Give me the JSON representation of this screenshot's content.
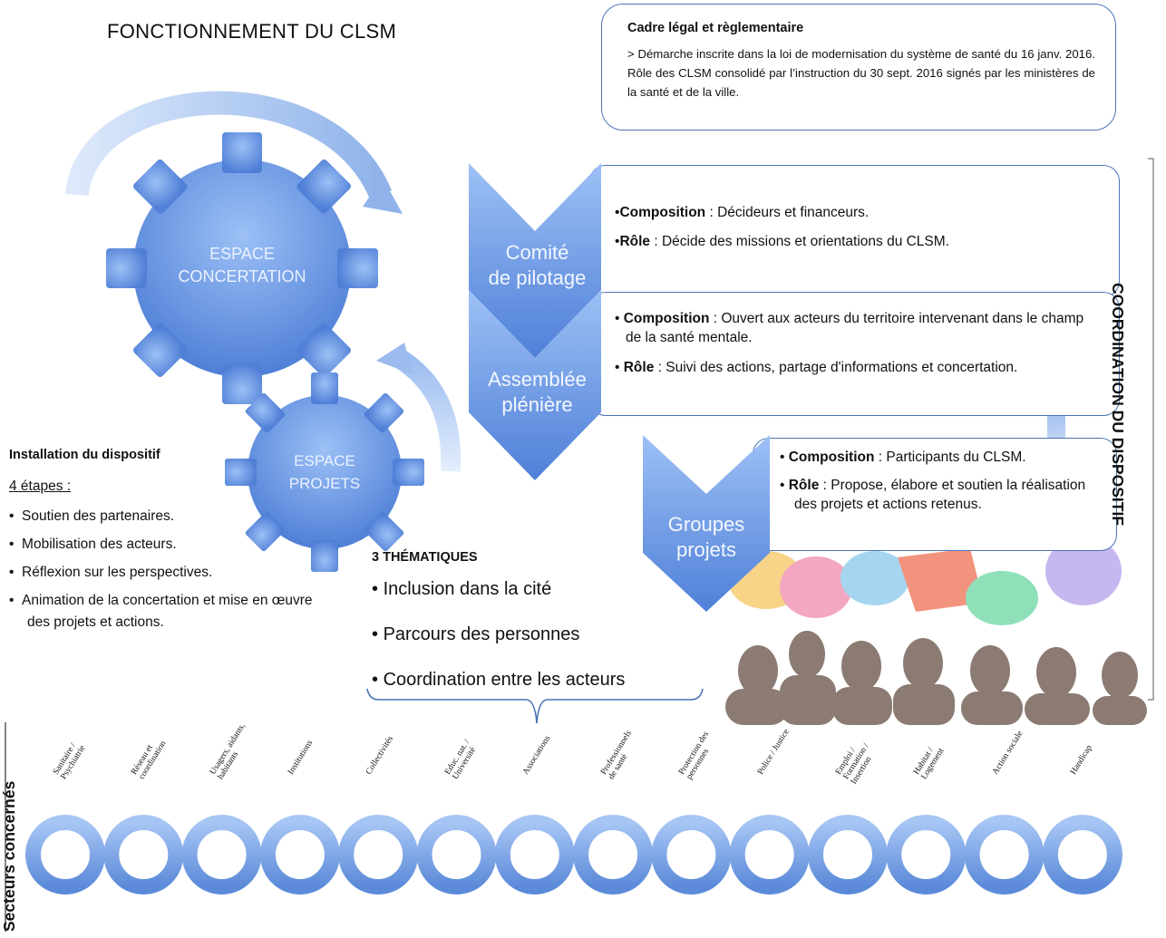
{
  "title": "FONCTIONNEMENT DU CLSM",
  "legal": {
    "title": "Cadre légal et règlementaire",
    "text": "> Démarche inscrite dans la loi de modernisation du système de santé du 16 janv. 2016. Rôle des CLSM consolidé par l’instruction du 30 sept. 2016 signés par les ministères de la santé et de la ville."
  },
  "gears": {
    "big_line1": "ESPACE",
    "big_line2": "CONCERTATION",
    "small_line1": "ESPACE",
    "small_line2": "PROJETS"
  },
  "installation": {
    "title": "Installation du dispositif",
    "subtitle": "4 étapes :",
    "items": [
      "Soutien des partenaires.",
      "Mobilisation des acteurs.",
      "Réflexion sur les perspectives.",
      "Animation de la concertation et mise en œuvre des projets et actions."
    ]
  },
  "themes": {
    "title": "3 THÉMATIQUES",
    "items": [
      "Inclusion dans la cité",
      "Parcours des personnes",
      "Coordination entre les acteurs"
    ]
  },
  "levels": [
    {
      "name_line1": "Comité",
      "name_line2": "de pilotage",
      "composition_label": "Composition",
      "composition_text": " : Décideurs et financeurs.",
      "role_label": "Rôle",
      "role_text": " : Décide des missions et orientations du CLSM."
    },
    {
      "name_line1": "Assemblée",
      "name_line2": "plénière",
      "composition_label": "Composition",
      "composition_text": " : Ouvert aux acteurs du territoire intervenant dans le champ de la santé mentale.",
      "role_label": "Rôle",
      "role_text": " : Suivi des actions, partage d'informations et concertation."
    },
    {
      "name_line1": "Groupes",
      "name_line2": "projets",
      "composition_label": "Composition",
      "composition_text": " : Participants du CLSM.",
      "role_label": "Rôle",
      "role_text": " : Propose, élabore et soutien la réalisation des projets et actions retenus."
    }
  ],
  "coordination_label": "COORDINATION DU DISPOSITIF",
  "sectors_label": "Secteurs concernés",
  "sectors": [
    "Sanitaire /\nPsychiatrie",
    "Réseau et\ncoordination",
    "Usagers, aidants,\nhabitants",
    "Institutions",
    "Collectivités",
    "Educ. nat. /\nUniversité",
    "Associations",
    "Professionnels\nde santé",
    "Protection des\npersonnes",
    "Police / Justice",
    "Emploi /\nFormation /\nInsertion",
    "Habitat /\nLogement",
    "Action sociale",
    "Handicap"
  ],
  "colors": {
    "accent_blue": "#4a74b5",
    "light_blue": "#a8c6f5",
    "gear_blue": "#5f8fe0"
  }
}
